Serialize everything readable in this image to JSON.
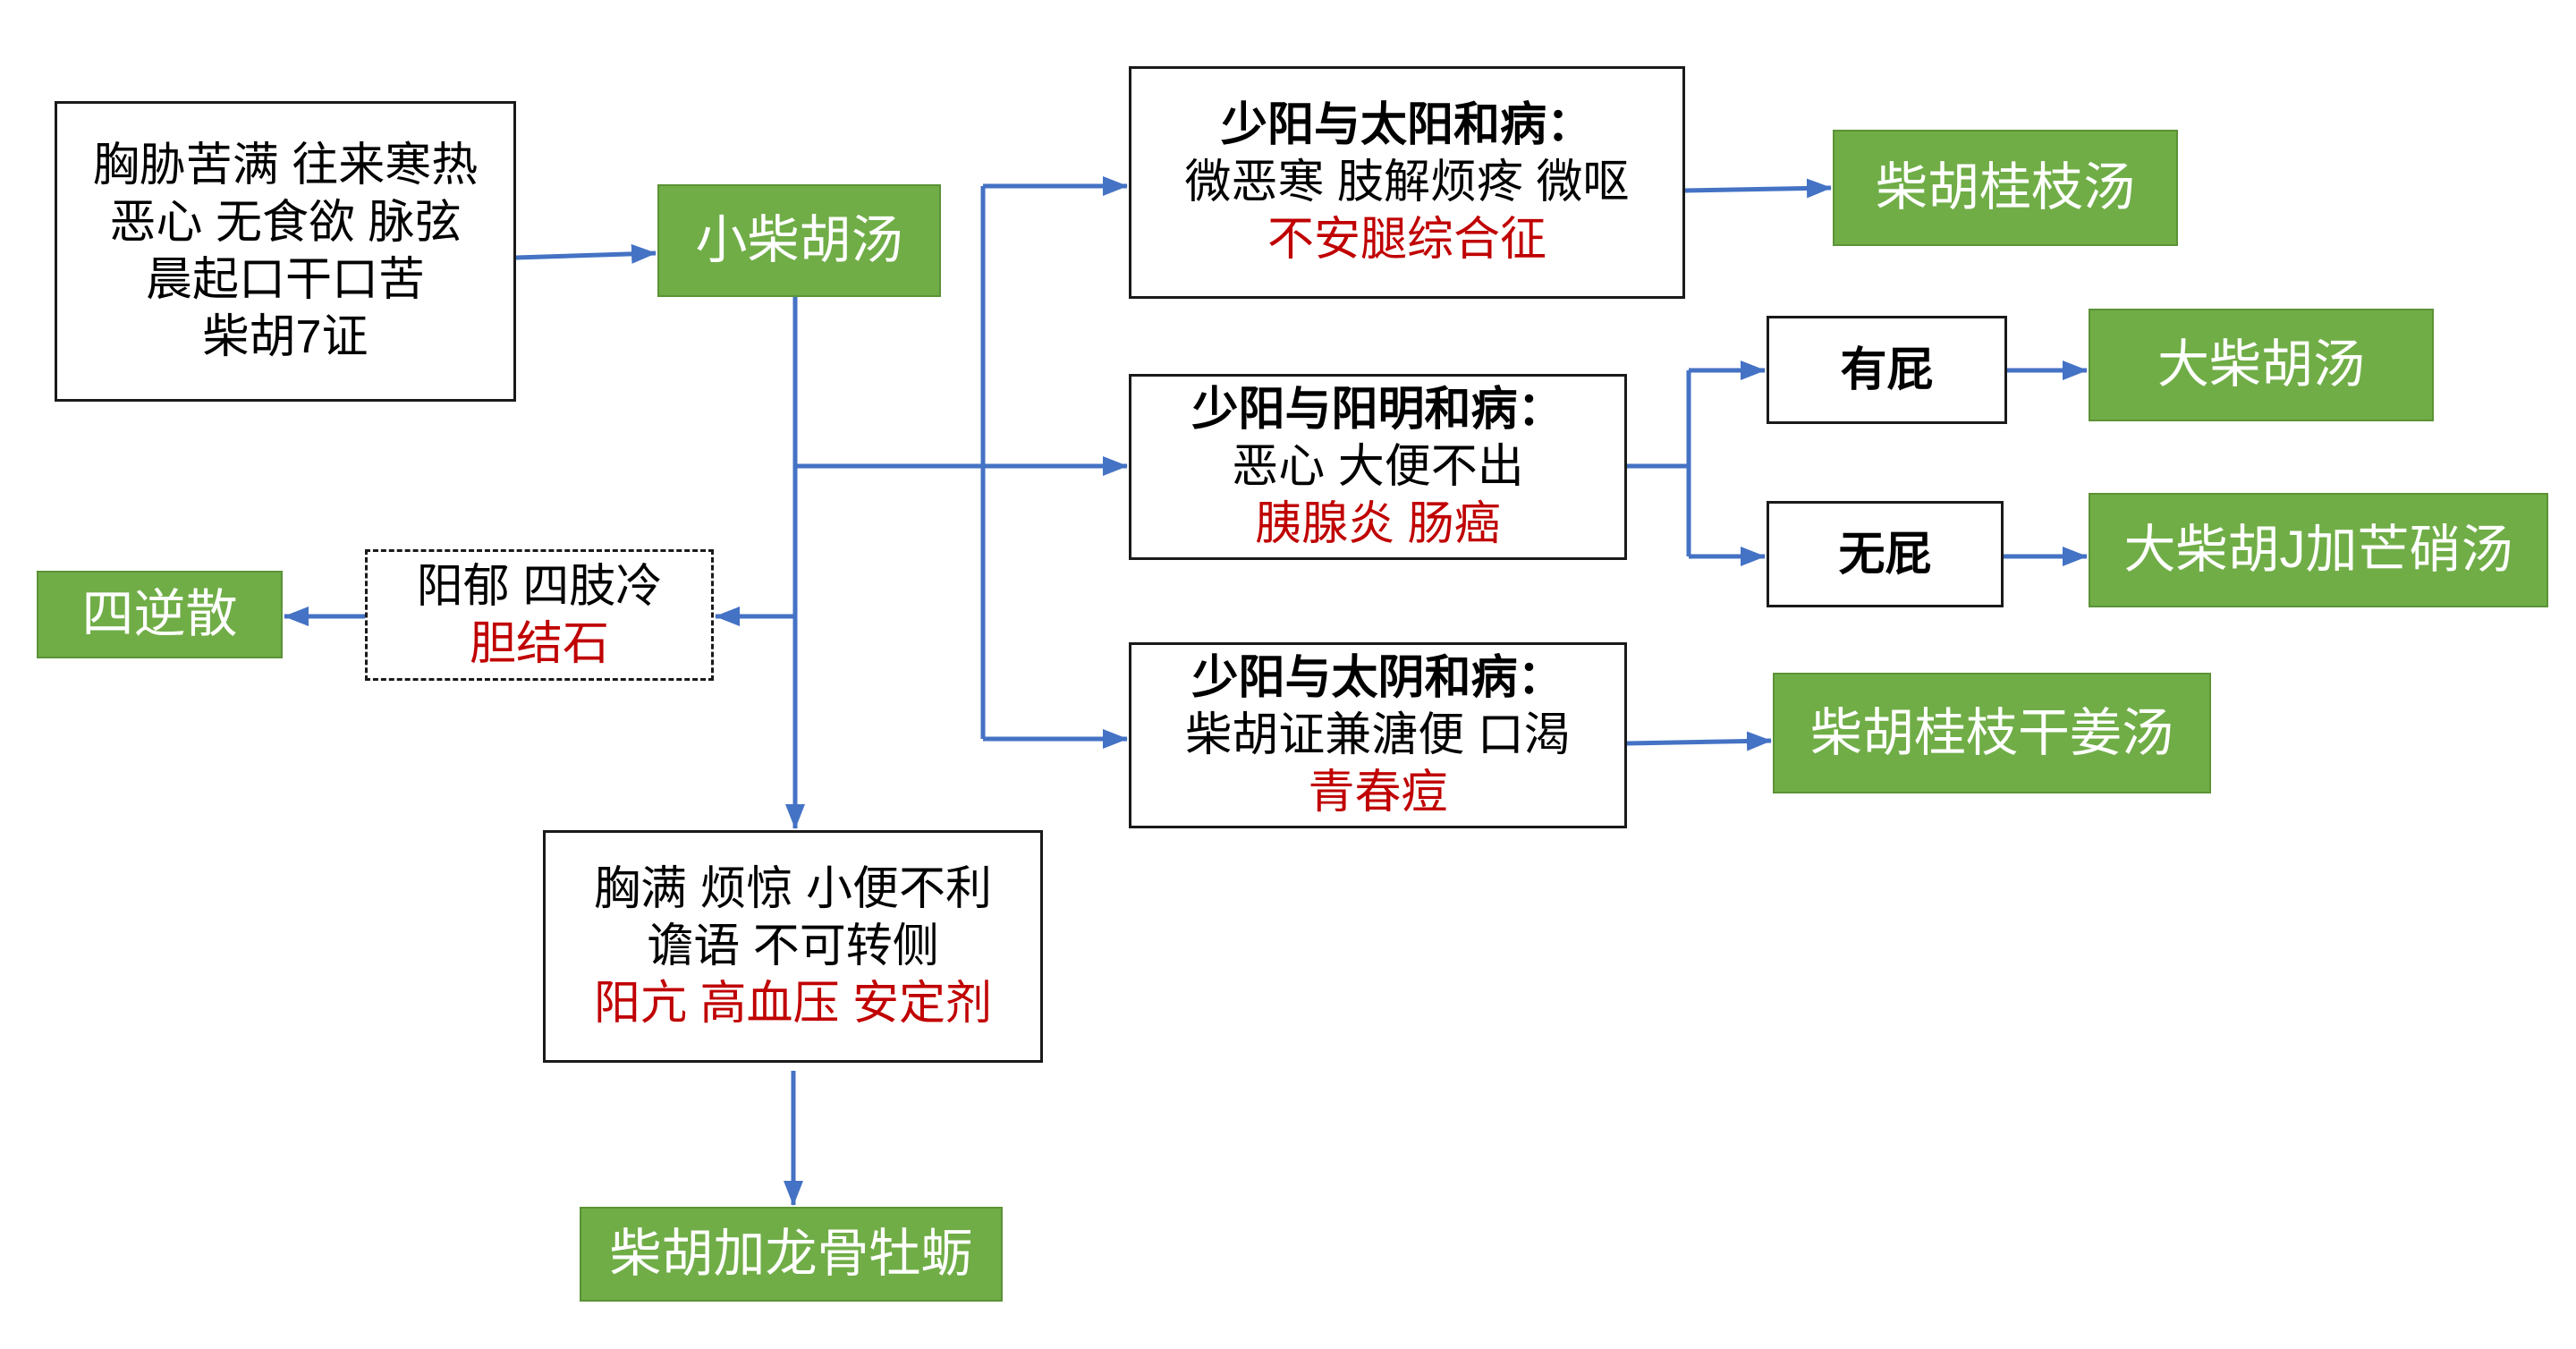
{
  "colors": {
    "recipe_green": "#70AD47",
    "arrow_blue": "#4472C4",
    "highlight_red": "#C00000"
  },
  "nodes": {
    "symptoms_main": {
      "lines": [
        "胸胁苦满 往来寒热",
        "恶心 无食欲 脉弦",
        "晨起口干口苦",
        "柴胡7证"
      ]
    },
    "xiao_chaihu": {
      "label": "小柴胡汤"
    },
    "shaoyang_taiyang": {
      "title": "少阳与太阳和病：",
      "symptoms": "微恶寒 肢解烦疼 微呕",
      "disease": "不安腿综合征"
    },
    "chaihu_guizhi": {
      "label": "柴胡桂枝汤"
    },
    "shaoyang_yangming": {
      "title": "少阳与阳明和病：",
      "symptoms": "恶心 大便不出",
      "disease": "胰腺炎 肠癌"
    },
    "you_pi": {
      "label": "有屁"
    },
    "da_chaihu": {
      "label": "大柴胡汤"
    },
    "wu_pi": {
      "label": "无屁"
    },
    "da_chaihu_mangxiao": {
      "label": "大柴胡J加芒硝汤"
    },
    "shaoyang_taiyin": {
      "title": "少阳与太阴和病：",
      "symptoms": "柴胡证兼溏便 口渴",
      "disease": "青春痘"
    },
    "chaihu_guizhi_ganjiang": {
      "label": "柴胡桂枝干姜汤"
    },
    "yangyu": {
      "symptoms": "阳郁 四肢冷",
      "disease": "胆结石"
    },
    "sini_san": {
      "label": "四逆散"
    },
    "xiongman": {
      "symptoms": [
        "胸满 烦惊 小便不利",
        "谵语 不可转侧"
      ],
      "disease": "阳亢 高血压 安定剂"
    },
    "chaihu_longgu_muli": {
      "label": "柴胡加龙骨牡蛎"
    }
  }
}
